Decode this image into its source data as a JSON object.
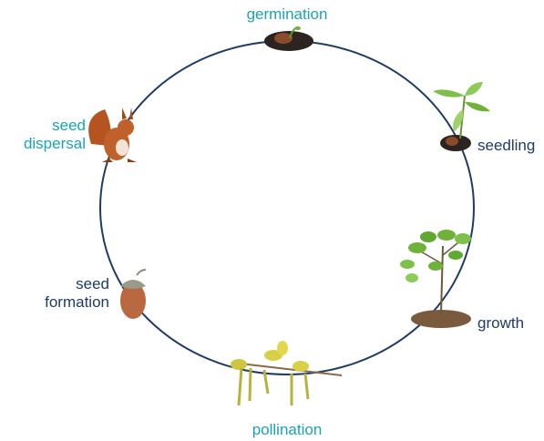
{
  "diagram": {
    "stages": [
      {
        "id": "germination",
        "lines": [
          "germination"
        ],
        "color": "#1aa3b3"
      },
      {
        "id": "seedling",
        "lines": [
          "seedling"
        ],
        "color": "#1f3b66"
      },
      {
        "id": "growth",
        "lines": [
          "growth"
        ],
        "color": "#1f3b66"
      },
      {
        "id": "pollination",
        "lines": [
          "pollination"
        ],
        "color": "#1aa3b3"
      },
      {
        "id": "seed-formation",
        "lines": [
          "seed",
          "formation"
        ],
        "color": "#1f3b66"
      },
      {
        "id": "seed-dispersal",
        "lines": [
          "seed",
          "dispersal"
        ],
        "color": "#1aa3b3"
      }
    ],
    "colors": {
      "cycle_line": "#1f3b66",
      "teal_label": "#1aa3b3",
      "navy_label": "#1f3b66",
      "soil": "#2b2420",
      "leaf": "#6fb23a",
      "acorn": "#b9683f",
      "squirrel": "#b6541f",
      "catkin": "#c9c24a"
    }
  }
}
